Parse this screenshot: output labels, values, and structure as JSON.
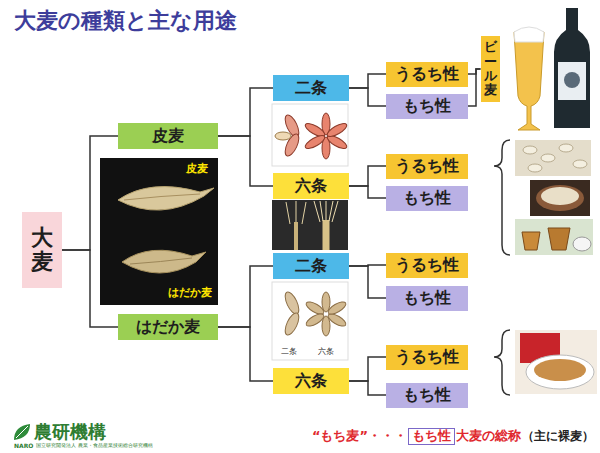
{
  "diagram": {
    "title": "大麦の種類と主な用途",
    "nodes": [
      {
        "text": [
          "大麦"
        ]
      },
      {
        "text": [
          "皮麦"
        ]
      },
      {
        "text": [
          "二条"
        ]
      },
      {
        "text": [
          "うるち性"
        ]
      },
      {
        "text": [
          "もち性"
        ]
      },
      {
        "text": [
          "ビール麦"
        ]
      },
      {
        "text": [
          "六条"
        ]
      },
      {
        "text": [
          "うるち性"
        ]
      },
      {
        "text": [
          "もち性"
        ]
      },
      {
        "text": [
          "はだか麦"
        ]
      },
      {
        "text": [
          "二条"
        ]
      },
      {
        "text": [
          "うるち性"
        ]
      },
      {
        "text": [
          "もち性"
        ]
      },
      {
        "text": [
          "六条"
        ]
      },
      {
        "text": [
          "うるち性"
        ]
      },
      {
        "text": [
          "もち性"
        ]
      },
      {
        "text": [
          "もち性"
        ]
      }
    ],
    "edges": [
      {
        "from": 0,
        "to": 1,
        "arrow": "none"
      },
      {
        "from": 0,
        "to": 9,
        "arrow": "none"
      },
      {
        "from": 1,
        "to": 2,
        "arrow": "none"
      },
      {
        "from": 1,
        "to": 6,
        "arrow": "none"
      },
      {
        "from": 2,
        "to": 3,
        "arrow": "none"
      },
      {
        "from": 2,
        "to": 4,
        "arrow": "none"
      },
      {
        "from": 3,
        "to": 5,
        "arrow": "none"
      },
      {
        "from": 4,
        "to": 5,
        "arrow": "none"
      },
      {
        "from": 6,
        "to": 7,
        "arrow": "none"
      },
      {
        "from": 6,
        "to": 8,
        "arrow": "none"
      },
      {
        "from": 9,
        "to": 10,
        "arrow": "none"
      },
      {
        "from": 9,
        "to": 13,
        "arrow": "none"
      },
      {
        "from": 10,
        "to": 11,
        "arrow": "none"
      },
      {
        "from": 10,
        "to": 12,
        "arrow": "none"
      },
      {
        "from": 13,
        "to": 14,
        "arrow": "none"
      },
      {
        "from": 13,
        "to": 15,
        "arrow": "none"
      }
    ],
    "labels": [
      "皮麦",
      "はだか麦",
      "二条",
      "六条",
      "“もち麦”・・・",
      "大麦の総称",
      "（主に裸麦）",
      "農研機構",
      "NARO",
      "国立研究開発法人 農業・食品産業技術総合研究機構"
    ]
  }
}
